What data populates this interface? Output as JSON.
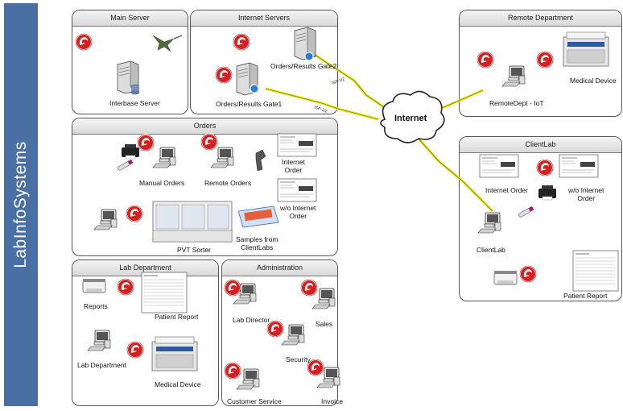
{
  "sidebar": {
    "title": "LabInfoSystems"
  },
  "panels": {
    "main_server": "Main Server",
    "internet_servers": "Internet Servers",
    "remote_department": "Remote Department",
    "orders": "Orders",
    "client_lab": "ClientLab",
    "lab_department": "Lab Department",
    "administration": "Administration"
  },
  "labels": {
    "interbase_server": "Interbase Server",
    "gate2": "Orders/Results Gate2",
    "gate1": "Orders/Results Gate1",
    "isp12_a": "ISP-1/2",
    "isp12_b": "ISP-1/2",
    "internet": "Internet",
    "remote_iot": "RemoteDept - IoT",
    "remote_medical_device": "Medical Device",
    "manual_orders": "Manual Orders",
    "remote_orders": "Remote Orders",
    "internet_order": "Internet\nOrder",
    "wo_internet_order": "w/o Internet\nOrder",
    "pvt_sorter": "PVT Sorter",
    "samples_from_clientlabs": "Samples from\nClientLabs",
    "client_internet_order": "Internet Order",
    "client_wo_internet_order": "w/o Internet\nOrder",
    "clientlab": "ClientLab",
    "client_patient_report": "Patient Report",
    "reports": "Reports",
    "lab_patient_report": "Patient Report",
    "lab_department": "Lab Department",
    "lab_medical_device": "Medical Device",
    "lab_director": "Lab Director",
    "sales": "Sales",
    "security": "Security",
    "customer_service": "Customer Service",
    "invoice": "Invoice"
  },
  "colors": {
    "sidebar": "#4a6fa5",
    "badge": "#d42020",
    "link": "#e8e800"
  },
  "icons": [
    "firebird-badge-icon",
    "hummingbird-icon",
    "server-icon",
    "computer-icon",
    "printer-icon",
    "barcode-scanner-icon",
    "test-tube-icon",
    "document-icon",
    "sorter-machine-icon",
    "analyzer-icon",
    "sample-tray-icon",
    "cloud-icon"
  ]
}
